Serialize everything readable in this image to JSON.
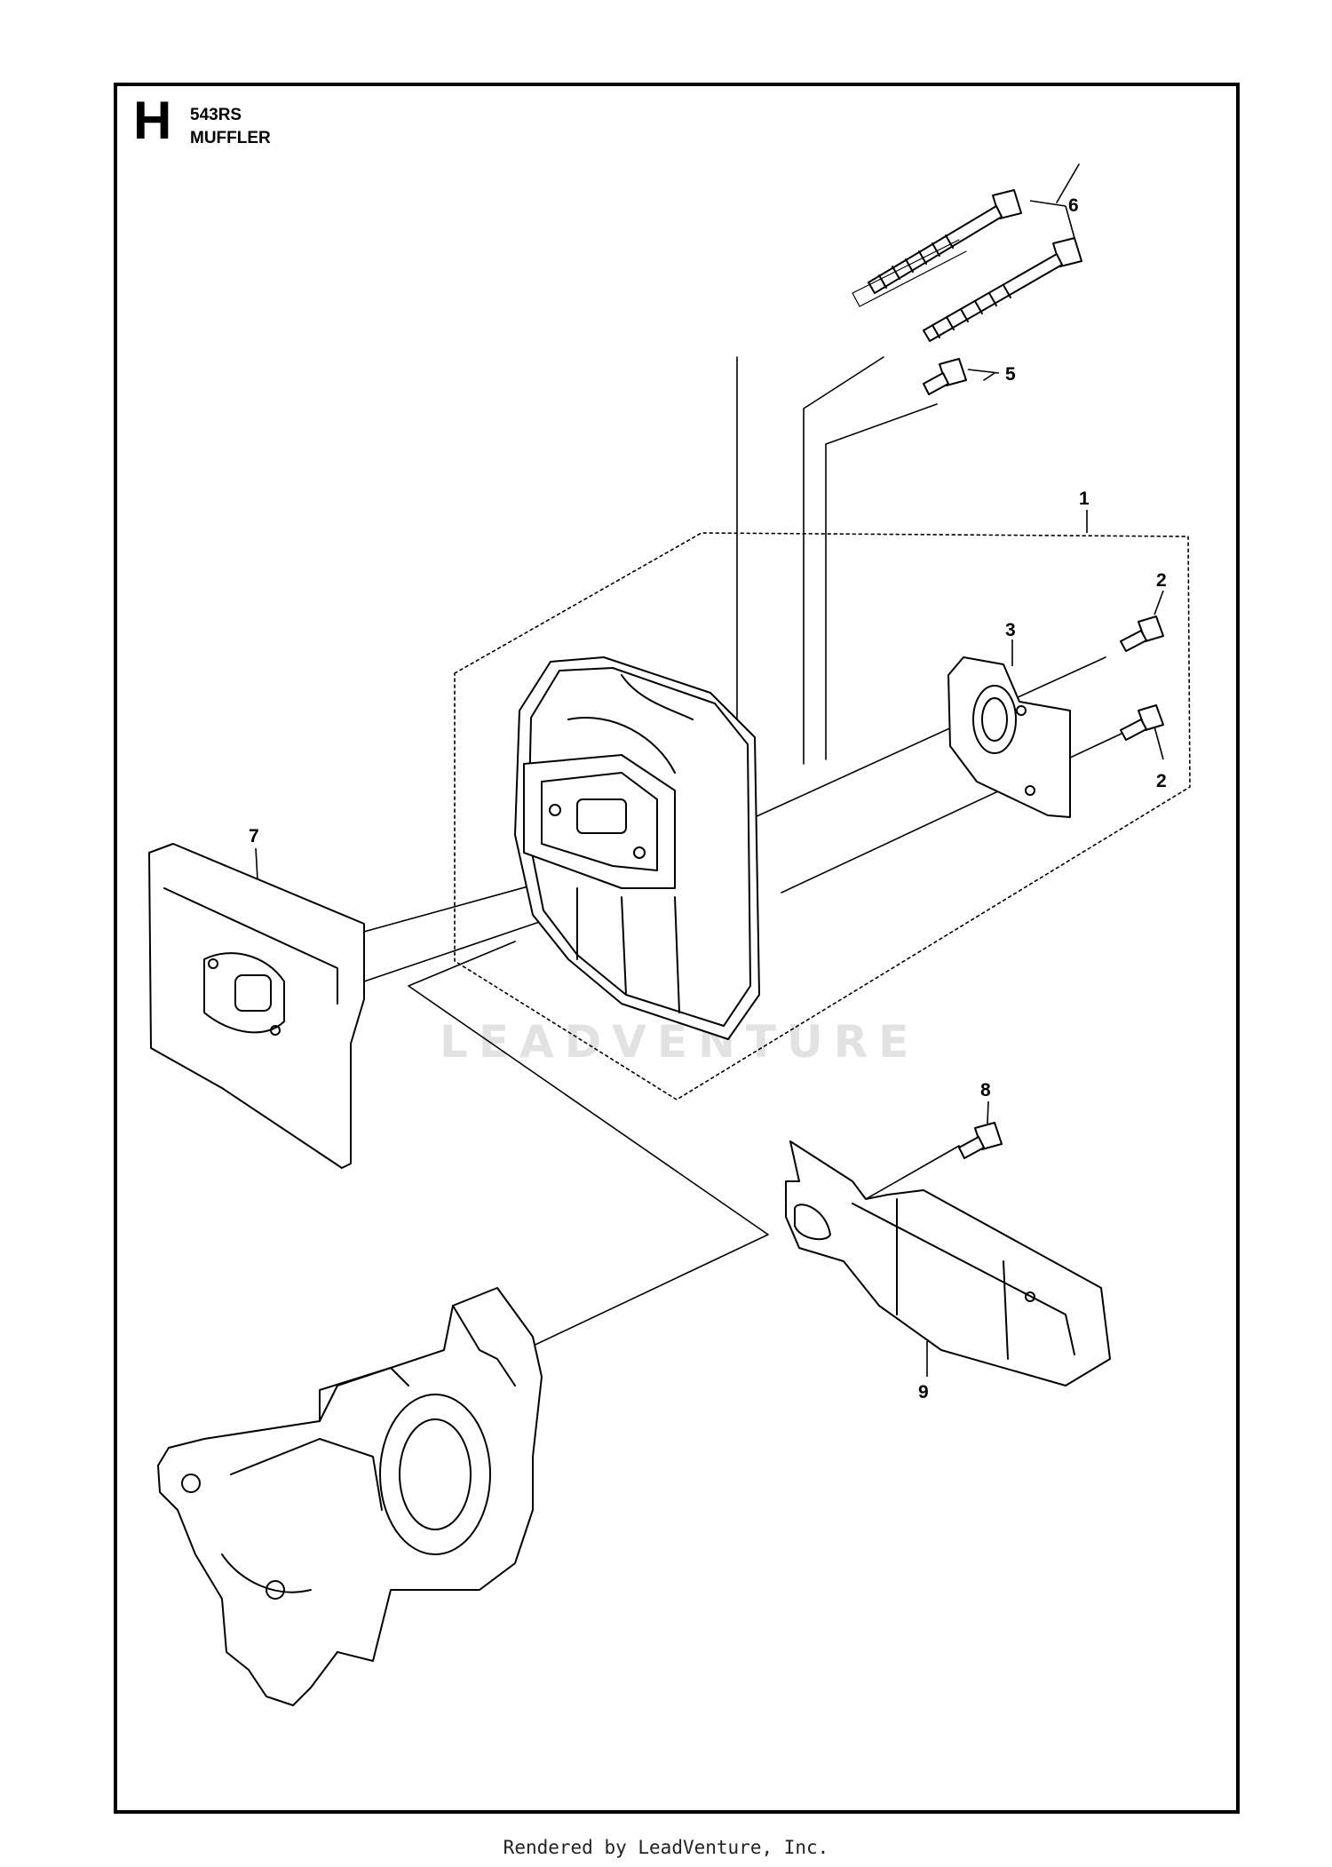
{
  "header": {
    "section_letter": "H",
    "model": "543RS",
    "section_name": "MUFFLER"
  },
  "watermark": "LEADVENTURE",
  "callouts": {
    "c1": "1",
    "c2a": "2",
    "c2b": "2",
    "c3": "3",
    "c5": "5",
    "c6": "6",
    "c7": "7",
    "c8": "8",
    "c9": "9"
  },
  "footer": {
    "text": "Rendered by LeadVenture, Inc."
  }
}
